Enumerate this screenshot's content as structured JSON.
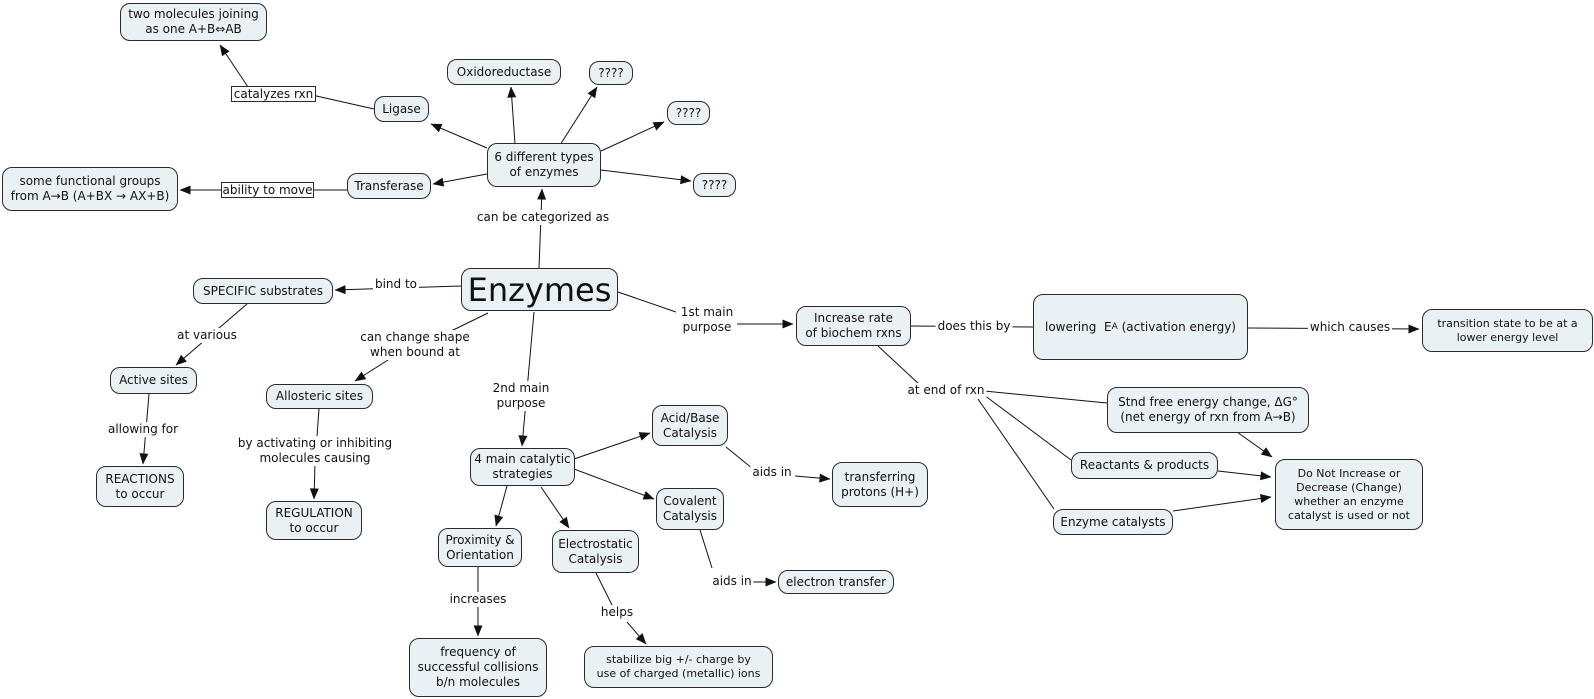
{
  "colors": {
    "node_fill": "#eaf1f4",
    "node_border": "#2b2b2b",
    "line_color": "#111111",
    "canvas_bg": "#ffffff",
    "text_color": "#111111"
  },
  "nodes": {
    "enzymes": "Enzymes",
    "six_types": "6 different types\nof enzymes",
    "oxidoreductase": "Oxidoreductase",
    "unknown1": "????",
    "unknown2": "????",
    "unknown3": "????",
    "ligase": "Ligase",
    "transferase": "Transferase",
    "two_molecules": "two molecules joining\nas one A+B⇔AB",
    "functional_groups": "some functional groups\nfrom A→B (A+BX → AX+B)",
    "specific_substrates": "SPECIFIC substrates",
    "active_sites": "Active sites",
    "reactions": "REACTIONS\nto occur",
    "allosteric_sites": "Allosteric sites",
    "regulation": "REGULATION\nto occur",
    "four_main": "4 main catalytic\nstrategies",
    "acid_base": "Acid/Base\nCatalysis",
    "covalent": "Covalent\nCatalysis",
    "proximity": "Proximity &\nOrientation",
    "electrostatic": "Electrostatic\nCatalysis",
    "transferring_protons": "transferring\nprotons (H+)",
    "electron_transfer": "electron transfer",
    "stabilize": "stabilize big +/- charge by\nuse of charged (metallic) ions",
    "frequency": "frequency of\nsuccessful collisions\nb/n molecules",
    "increase_rate": "Increase rate\nof biochem rxns",
    "lowering_pre": "lowering  E",
    "lowering_sub": "A",
    "lowering_post": " (activation energy)",
    "transition_state": "transition state to be at a\nlower energy level",
    "stnd_free": "Stnd free energy change, ΔG°\n(net energy of rxn from A→B)",
    "reactants": "Reactants & products",
    "enzyme_catalysts": "Enzyme catalysts",
    "do_not": "Do Not Increase or\nDecrease (Change)\nwhether an enzyme\ncatalyst is used or not"
  },
  "labels": {
    "catalyzes_rxn": "catalyzes rxn",
    "ability_to_move": "ability to move"
  },
  "phrases": {
    "can_be_categorized": "can be categorized as",
    "bind_to": "bind to",
    "at_various": "at various",
    "can_change_shape": "can change shape\nwhen bound at",
    "allowing_for": "allowing for",
    "by_activating": "by activating or inhibiting\nmolecules causing",
    "second_main": "2nd main\npurpose",
    "first_main": "1st main\npurpose",
    "does_this_by": "does this by",
    "which_causes": "which causes",
    "at_end_of_rxn": "at end of rxn",
    "aids_in_1": "aids in",
    "aids_in_2": "aids in",
    "helps": "helps",
    "increases": "increases"
  }
}
